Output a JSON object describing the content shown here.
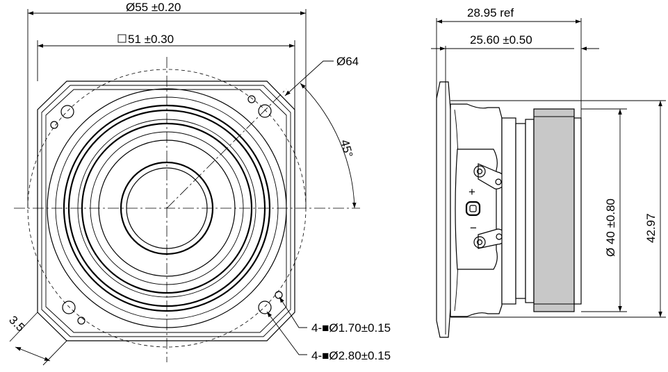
{
  "dimensions": {
    "outer_diameter": "Ø55 ±0.20",
    "square_size": "51 ±0.30",
    "flange_diameter": "Ø64",
    "angle": "45°",
    "corner_offset": "3.5",
    "small_hole": "4-■Ø1.70±0.15",
    "large_hole": "4-■Ø2.80±0.15",
    "overall_depth": "28.95 ref",
    "body_depth": "25.60 ±0.50",
    "magnet_diameter": "Ø 40 ±0.80",
    "overall_height": "42.97"
  },
  "terminals": {
    "plus": "+",
    "minus": "−"
  },
  "colors": {
    "line": "#000000",
    "background": "#ffffff",
    "shading": "#c8c8c8"
  }
}
